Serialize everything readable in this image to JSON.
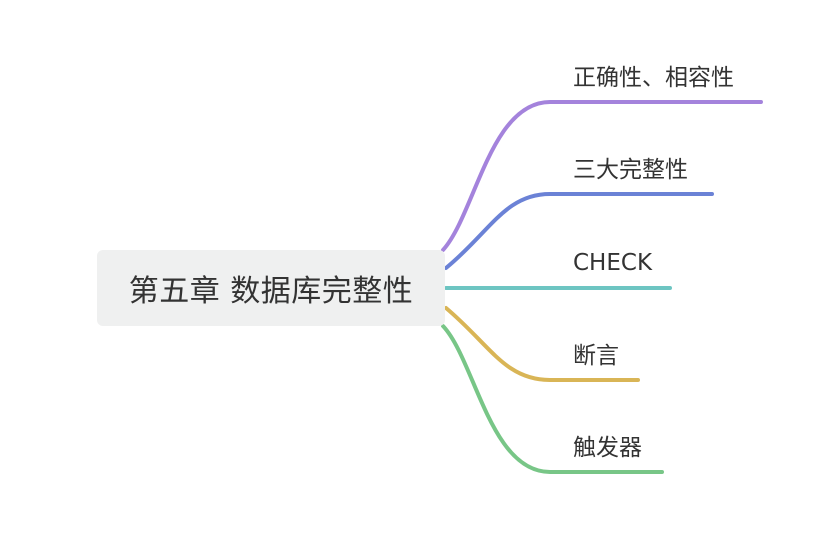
{
  "central_topic": "第五章 数据库完整性",
  "branches": [
    {
      "label": "正确性、相容性",
      "color": "#a483dc"
    },
    {
      "label": "三大完整性",
      "color": "#6b82d6"
    },
    {
      "label": "CHECK",
      "color": "#6dc5c2"
    },
    {
      "label": "断言",
      "color": "#d9b556"
    },
    {
      "label": "触发器",
      "color": "#78c687"
    }
  ]
}
